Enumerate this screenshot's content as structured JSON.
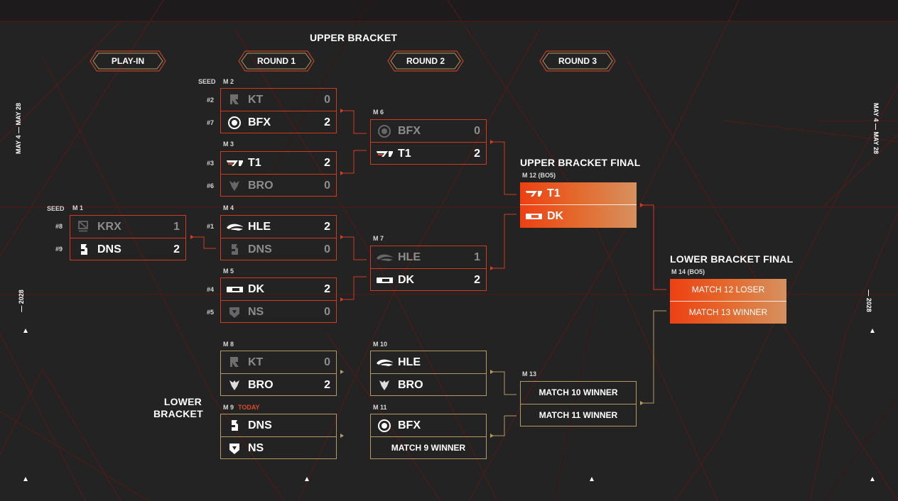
{
  "upper_bracket_title": "UPPER BRACKET",
  "lower_bracket_title": "LOWER\nBRACKET",
  "rounds": [
    "PLAY-IN",
    "ROUND 1",
    "ROUND 2",
    "ROUND 3"
  ],
  "seed_label": "SEED",
  "date_range": "MAY 4 — MAY 28",
  "year": "— 2028",
  "matches": {
    "m1": {
      "label": "M 1",
      "seeds": [
        "#8",
        "#9"
      ],
      "teams": [
        {
          "name": "KRX",
          "score": "1"
        },
        {
          "name": "DNS",
          "score": "2"
        }
      ]
    },
    "m2": {
      "label": "M 2",
      "seeds": [
        "#2",
        "#7"
      ],
      "teams": [
        {
          "name": "KT",
          "score": "0"
        },
        {
          "name": "BFX",
          "score": "2"
        }
      ]
    },
    "m3": {
      "label": "M 3",
      "seeds": [
        "#3",
        "#6"
      ],
      "teams": [
        {
          "name": "T1",
          "score": "2"
        },
        {
          "name": "BRO",
          "score": "0"
        }
      ]
    },
    "m4": {
      "label": "M 4",
      "seeds": [
        "#1",
        ""
      ],
      "teams": [
        {
          "name": "HLE",
          "score": "2"
        },
        {
          "name": "DNS",
          "score": "0"
        }
      ]
    },
    "m5": {
      "label": "M 5",
      "seeds": [
        "#4",
        "#5"
      ],
      "teams": [
        {
          "name": "DK",
          "score": "2"
        },
        {
          "name": "NS",
          "score": "0"
        }
      ]
    },
    "m6": {
      "label": "M 6",
      "teams": [
        {
          "name": "BFX",
          "score": "0"
        },
        {
          "name": "T1",
          "score": "2"
        }
      ]
    },
    "m7": {
      "label": "M 7",
      "teams": [
        {
          "name": "HLE",
          "score": "1"
        },
        {
          "name": "DK",
          "score": "2"
        }
      ]
    },
    "m8": {
      "label": "M 8",
      "teams": [
        {
          "name": "KT",
          "score": "0"
        },
        {
          "name": "BRO",
          "score": "2"
        }
      ]
    },
    "m9": {
      "label": "M 9",
      "tag": "TODAY",
      "teams": [
        {
          "name": "DNS",
          "score": ""
        },
        {
          "name": "NS",
          "score": ""
        }
      ]
    },
    "m10": {
      "label": "M 10",
      "teams": [
        {
          "name": "HLE",
          "score": ""
        },
        {
          "name": "BRO",
          "score": ""
        }
      ]
    },
    "m11": {
      "label": "M 11",
      "teams": [
        {
          "name": "BFX",
          "score": ""
        }
      ],
      "placeholder": "MATCH 9 WINNER"
    },
    "m12": {
      "title": "UPPER BRACKET FINAL",
      "label": "M 12 (BO5)",
      "teams": [
        {
          "name": "T1"
        },
        {
          "name": "DK"
        }
      ]
    },
    "m13": {
      "label": "M 13",
      "placeholders": [
        "MATCH 10 WINNER",
        "MATCH 11 WINNER"
      ]
    },
    "m14": {
      "title": "LOWER BRACKET FINAL",
      "label": "M 14 (BO5)",
      "placeholders": [
        "MATCH 12 LOSER",
        "MATCH 13 WINNER"
      ]
    }
  },
  "colors": {
    "background": "#232323",
    "upper_accent": "#d13b20",
    "lower_accent": "#b69a63",
    "final_gradient_start": "#ee4012",
    "final_gradient_end": "#d69160"
  },
  "icons": {
    "KRX": "krx-logo-icon",
    "DNS": "dns-logo-icon",
    "KT": "kt-logo-icon",
    "BFX": "bfx-logo-icon",
    "T1": "t1-logo-icon",
    "BRO": "bro-logo-icon",
    "HLE": "hle-logo-icon",
    "DK": "dk-logo-icon",
    "NS": "ns-logo-icon"
  }
}
